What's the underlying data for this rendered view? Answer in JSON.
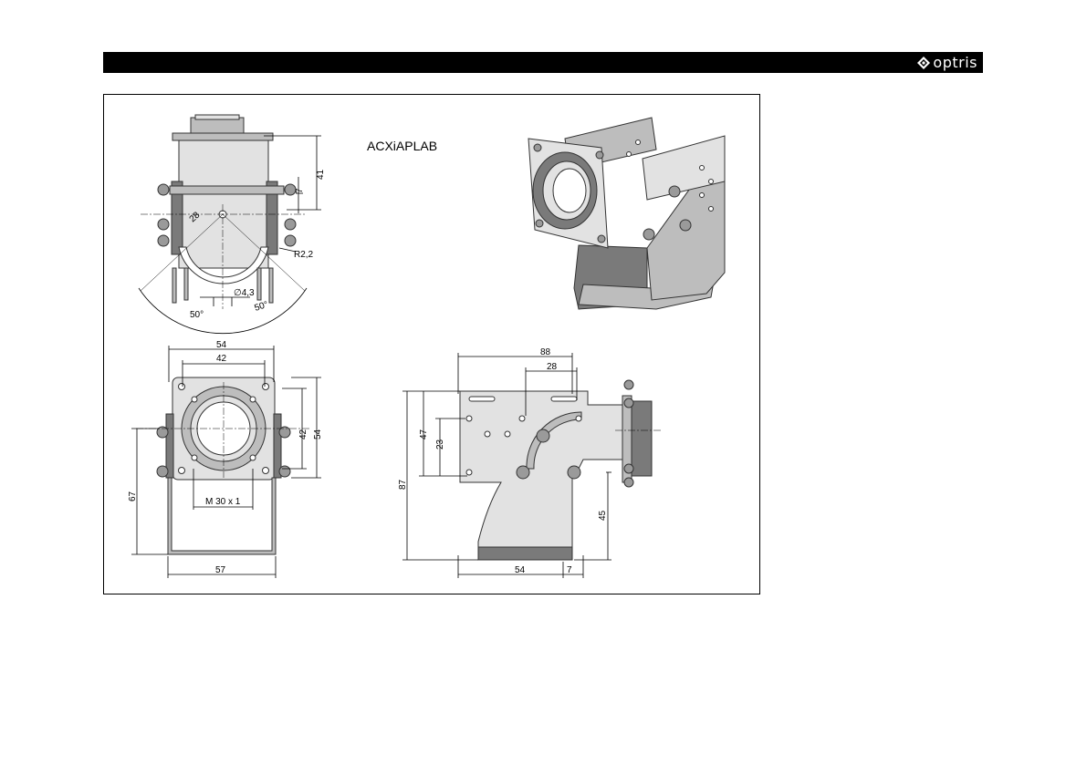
{
  "header": {
    "brand": "optris",
    "logo_icon": "optris-diamond-logo"
  },
  "drawing": {
    "product_label": "ACXiAPLAB",
    "front_view": {
      "dims": {
        "height_top": "41",
        "gap": "7",
        "radius": "R2,2",
        "arc_len": "28",
        "hole_dia": "4,3",
        "angle_left": "50°",
        "angle_right": "50°"
      }
    },
    "rear_view": {
      "dims": {
        "width_outer": "54",
        "width_inner": "42",
        "height_inner": "42",
        "height_outer": "54",
        "total_height": "67",
        "thread": "M 30 x 1",
        "base_width": "57"
      }
    },
    "side_view": {
      "dims": {
        "total_width": "88",
        "slot_spacing": "28",
        "height_47": "47",
        "height_23": "23",
        "total_height": "87",
        "height_45": "45",
        "base_54": "54",
        "offset_7": "7"
      }
    }
  }
}
